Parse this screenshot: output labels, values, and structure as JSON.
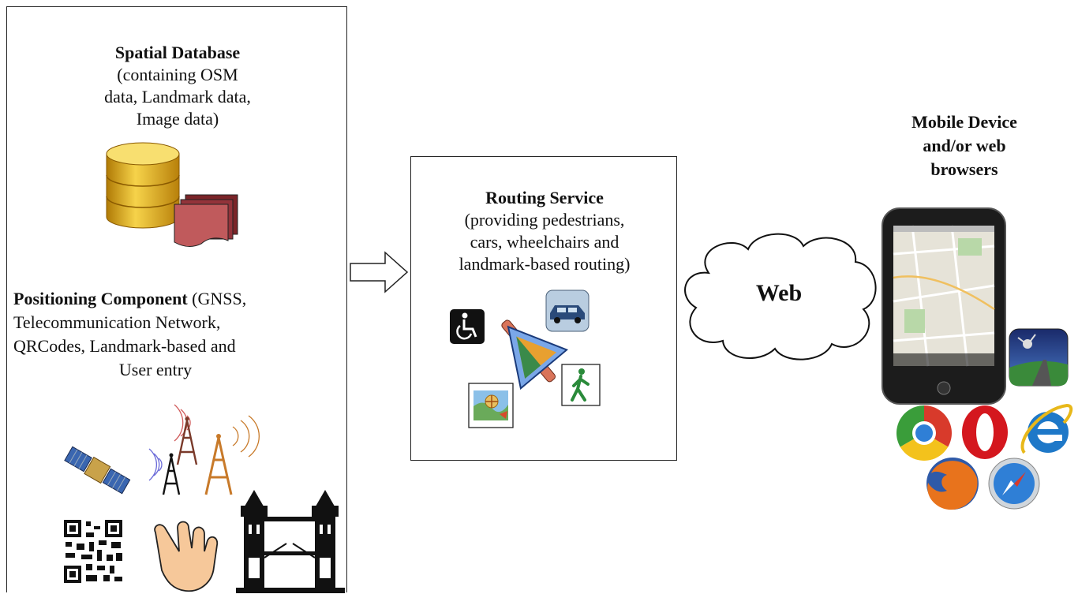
{
  "database": {
    "title": "Spatial Database",
    "subtitle_lines": [
      "(containing OSM",
      "data, Landmark data,",
      "Image data)"
    ]
  },
  "positioning": {
    "title": "Positioning Component",
    "text_first": " (GNSS,",
    "lines": [
      "Telecommunication Network,",
      "QRCodes, Landmark-based and",
      "User entry"
    ]
  },
  "routing": {
    "title": "Routing Service",
    "subtitle_lines": [
      "(providing pedestrians,",
      "cars, wheelchairs and",
      "landmark-based routing)"
    ]
  },
  "cloud": {
    "label": "Web"
  },
  "mobile": {
    "title_lines": [
      "Mobile Device",
      "and/or web",
      "browsers"
    ]
  },
  "colors": {
    "db_gold": "#e8b21a",
    "doc_red": "#b5474a",
    "tower_orange": "#c87a2a",
    "chrome_green": "#3a9d3a",
    "chrome_red": "#d83a2b",
    "chrome_yellow": "#f3c21c",
    "opera_red": "#d4171e",
    "ie_blue": "#1e78c8",
    "firefox_orange": "#e8731c",
    "safari_blue": "#2f7fd6"
  },
  "icons": [
    "database-icon",
    "documents-icon",
    "satellite-icon",
    "radio-tower-icon",
    "qr-code-icon",
    "hand-icon",
    "tower-bridge-icon",
    "wheelchair-icon",
    "car-icon",
    "pedestrian-icon",
    "map-icon",
    "compass-icon",
    "cloud-icon",
    "phone-icon",
    "chrome-icon",
    "opera-icon",
    "ie-icon",
    "firefox-icon",
    "safari-icon",
    "navigation-app-icon"
  ]
}
